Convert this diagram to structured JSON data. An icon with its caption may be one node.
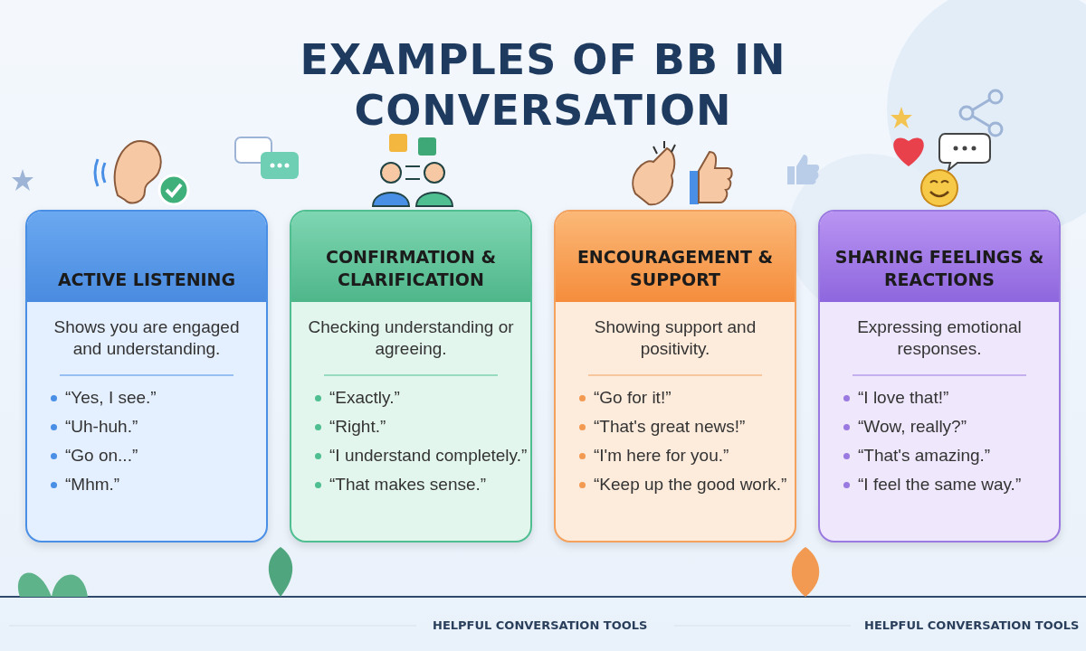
{
  "diagram": {
    "title": "EXAMPLES OF BB IN CONVERSATION",
    "nodes": [
      {
        "text": [
          "ACTIVE LISTENING",
          "Shows you are engaged and understanding.",
          "“Yes, I see.”",
          "“Uh-huh.”",
          "“Go on...”",
          "“Mhm.”"
        ]
      },
      {
        "text": [
          "CONFIRMATION & CLARIFICATION",
          "Checking understanding or agreeing.",
          "“Exactly.”",
          "“Right.”",
          "“I understand completely.”",
          "“That makes sense.”"
        ]
      },
      {
        "text": [
          "ENCOURAGEMENT & SUPPORT",
          "Showing support and positivity.",
          "“Go for it!”",
          "“That's great news!”",
          "“I'm here for you.”",
          "“Keep up the good work.”"
        ]
      },
      {
        "text": [
          "SHARING FEELINGS & REACTIONS",
          "Expressing emotional responses.",
          "“I love that!”",
          "“Wow, really?”",
          "“That's amazing.”",
          "“I feel the same way.”"
        ]
      }
    ],
    "labels": [
      "HELPFUL CONVERSATION TOOLS",
      "HELPFUL CONVERSATION TOOLS"
    ]
  }
}
